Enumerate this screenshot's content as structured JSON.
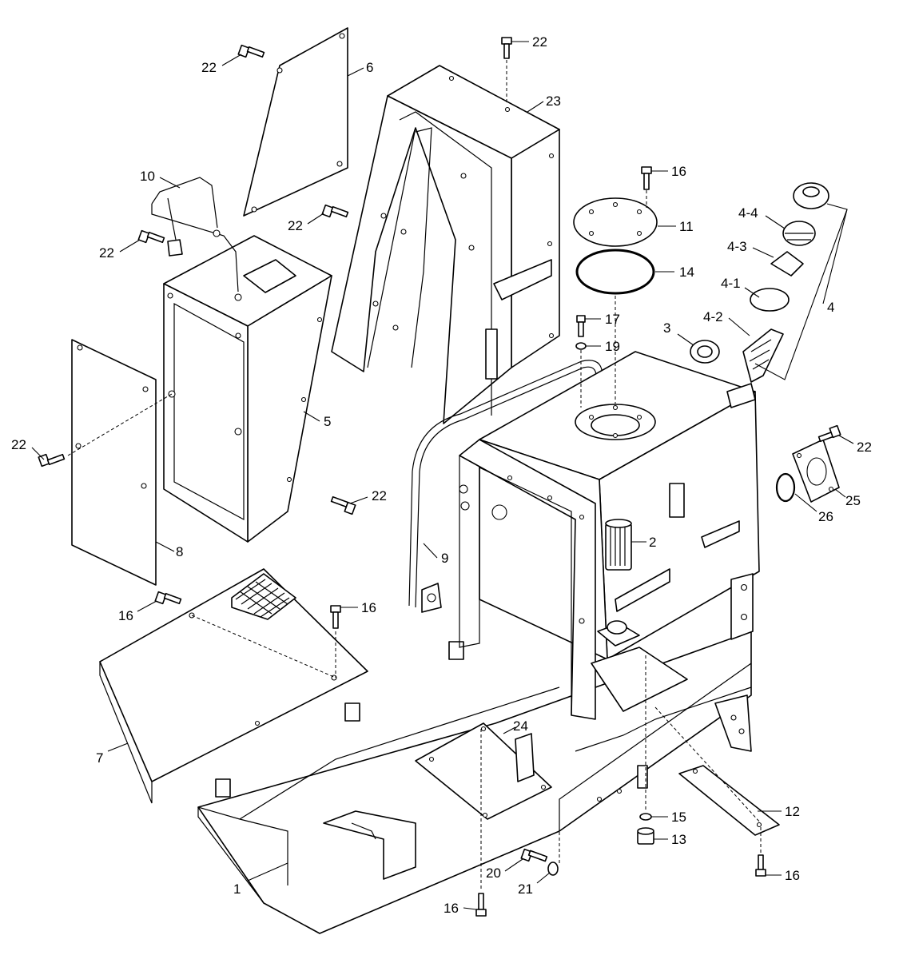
{
  "colors": {
    "line": "#000000",
    "background": "#ffffff"
  },
  "callouts": [
    {
      "id": "c1",
      "text": "1"
    },
    {
      "id": "c2",
      "text": "2"
    },
    {
      "id": "c3",
      "text": "3"
    },
    {
      "id": "c4",
      "text": "4"
    },
    {
      "id": "c4_1",
      "text": "4-1"
    },
    {
      "id": "c4_2",
      "text": "4-2"
    },
    {
      "id": "c4_3",
      "text": "4-3"
    },
    {
      "id": "c4_4",
      "text": "4-4"
    },
    {
      "id": "c5",
      "text": "5"
    },
    {
      "id": "c6",
      "text": "6"
    },
    {
      "id": "c7",
      "text": "7"
    },
    {
      "id": "c8",
      "text": "8"
    },
    {
      "id": "c9",
      "text": "9"
    },
    {
      "id": "c10",
      "text": "10"
    },
    {
      "id": "c11",
      "text": "11"
    },
    {
      "id": "c12",
      "text": "12"
    },
    {
      "id": "c13",
      "text": "13"
    },
    {
      "id": "c14",
      "text": "14"
    },
    {
      "id": "c15",
      "text": "15"
    },
    {
      "id": "c16a",
      "text": "16"
    },
    {
      "id": "c16b",
      "text": "16"
    },
    {
      "id": "c16c",
      "text": "16"
    },
    {
      "id": "c16d",
      "text": "16"
    },
    {
      "id": "c16e",
      "text": "16"
    },
    {
      "id": "c17",
      "text": "17"
    },
    {
      "id": "c19",
      "text": "19"
    },
    {
      "id": "c20",
      "text": "20"
    },
    {
      "id": "c21",
      "text": "21"
    },
    {
      "id": "c22a",
      "text": "22"
    },
    {
      "id": "c22b",
      "text": "22"
    },
    {
      "id": "c22c",
      "text": "22"
    },
    {
      "id": "c22d",
      "text": "22"
    },
    {
      "id": "c22e",
      "text": "22"
    },
    {
      "id": "c22f",
      "text": "22"
    },
    {
      "id": "c22g",
      "text": "22"
    },
    {
      "id": "c23",
      "text": "23"
    },
    {
      "id": "c24",
      "text": "24"
    },
    {
      "id": "c25",
      "text": "25"
    },
    {
      "id": "c26",
      "text": "26"
    }
  ]
}
